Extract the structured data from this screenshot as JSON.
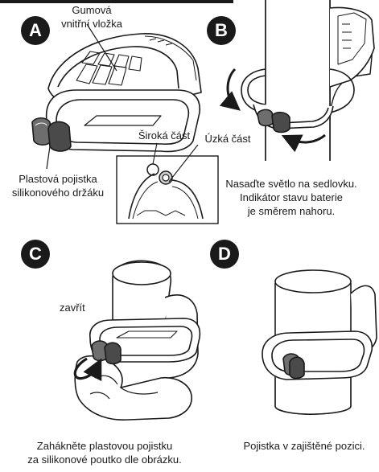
{
  "steps": {
    "a": {
      "badge": "A",
      "inner_pad_line1": "Gumová",
      "inner_pad_line2": "vnitřní vložka",
      "clip_line1": "Plastová pojistka",
      "clip_line2": "silikonového držáku",
      "wide_part": "Široká část",
      "narrow_part": "Úzká část"
    },
    "b": {
      "badge": "B",
      "line1": "Nasaďte světlo na sedlovku.",
      "line2": "Indikátor stavu baterie",
      "line3": "je směrem nahoru."
    },
    "c": {
      "badge": "C",
      "close_label": "zavřít",
      "line1": "Zahákněte plastovou pojistku",
      "line2": "za silikonové poutko dle obrázku."
    },
    "d": {
      "badge": "D",
      "line1": "Pojistka v zajištěné pozici."
    }
  },
  "colors": {
    "ink": "#1a1a1a",
    "clip_gray": "#6e6e6e",
    "clip_dark": "#4a4a4a"
  },
  "icons": [
    "rotate-arrow-icon",
    "close-arrow-icon"
  ]
}
